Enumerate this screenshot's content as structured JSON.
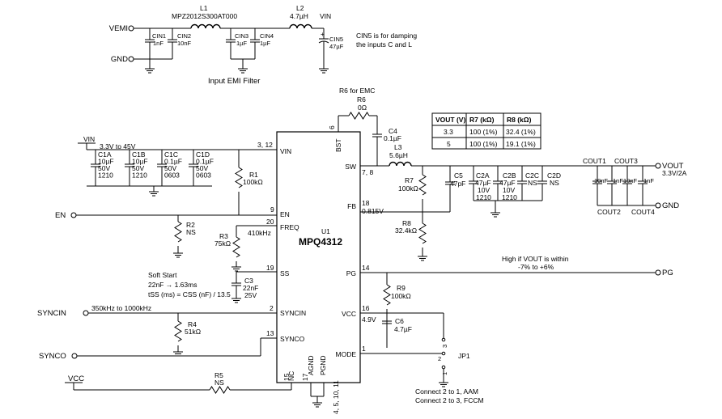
{
  "title": "Input EMI Filter",
  "emi": {
    "vemi": "VEMI",
    "gnd": "GND",
    "l1": "L1",
    "l1_part": "MPZ2012S300AT000",
    "l2": "L2",
    "l2_val": "4.7µH",
    "vin": "VIN",
    "cin1": "CIN1",
    "cin1_v": "1nF",
    "cin2": "CIN2",
    "cin2_v": "10nF",
    "cin3": "CIN3",
    "cin3_v": "1µF",
    "cin4": "CIN4",
    "cin4_v": "1µF",
    "cin5": "CIN5",
    "cin5_v": "47µF",
    "note1": "CIN5 is for damping",
    "note2": "the inputs C and L"
  },
  "ic": {
    "ref": "U1",
    "part": "MPQ4312",
    "pins": {
      "vin": "VIN",
      "en": "EN",
      "freq": "FREQ",
      "ss": "SS",
      "syncin": "SYNCIN",
      "synco": "SYNCO",
      "bst": "BST",
      "sw": "SW",
      "fb": "FB",
      "pg": "PG",
      "vcc": "VCC",
      "mode": "MODE",
      "nc": "NC",
      "agnd": "AGND",
      "pgnd": "PGND"
    },
    "pin_numbers": {
      "bst": "6",
      "vin": "3, 12",
      "sw": "7, 8",
      "en": "9",
      "fb": "18",
      "freq": "20",
      "pg": "14",
      "ss": "19",
      "syncin": "2",
      "vcc": "16",
      "synco": "13",
      "mode": "1",
      "nc": "15",
      "agnd": "17",
      "pgnd": "4, 5, 10, 11"
    }
  },
  "input": {
    "vin": "VIN",
    "range": "3.3V to 45V",
    "caps": [
      {
        "ref": "C1A",
        "l1": "10µF",
        "l2": "50V",
        "l3": "1210"
      },
      {
        "ref": "C1B",
        "l1": "10µF",
        "l2": "50V",
        "l3": "1210"
      },
      {
        "ref": "C1C",
        "l1": "0.1µF",
        "l2": "50V",
        "l3": "0603"
      },
      {
        "ref": "C1D",
        "l1": "0.1µF",
        "l2": "50V",
        "l3": "0603"
      }
    ],
    "r1": "R1",
    "r1_v": "100kΩ"
  },
  "left": {
    "en": "EN",
    "r2": "R2",
    "r2_v": "NS",
    "freq_val": "410kHz",
    "r3": "R3",
    "r3_v": "75kΩ",
    "ss_title": "Soft Start",
    "ss_line1": "22nF → 1.63ms",
    "ss_line2": "tSS (ms) = CSS (nF) / 13.5",
    "c3": "C3",
    "c3_v1": "22nF",
    "c3_v2": "25V",
    "syncin": "SYNCIN",
    "sync_range": "350kHz to 1000kHz",
    "r4": "R4",
    "r4_v": "51kΩ",
    "synco": "SYNCO",
    "vcc": "VCC",
    "r5": "R5",
    "r5_v": "NS"
  },
  "right": {
    "r6_note": "R6 for EMC",
    "r6": "R6",
    "r6_v": "0Ω",
    "c4": "C4",
    "c4_v": "0.1µF",
    "l3": "L3",
    "l3_v": "5.6µH",
    "r7": "R7",
    "r7_v": "100kΩ",
    "fb_v": "0.815V",
    "r8": "R8",
    "r8_v": "32.4kΩ",
    "c5": "C5",
    "c5_v": "47pF",
    "out_caps": [
      {
        "ref": "C2A",
        "l1": "47µF",
        "l2": "10V",
        "l3": "1210"
      },
      {
        "ref": "C2B",
        "l1": "47µF",
        "l2": "10V",
        "l3": "1210"
      },
      {
        "ref": "C2C",
        "l1": "NS",
        "l2": "",
        "l3": ""
      },
      {
        "ref": "C2D",
        "l1": "NS",
        "l2": "",
        "l3": ""
      }
    ],
    "cout1": "COUT1",
    "cout3": "COUT3",
    "cout2": "COUT2",
    "cout4": "COUT4",
    "cout_vals": [
      "10nF",
      "1nF",
      "10nF",
      "1nF"
    ],
    "vout": "VOUT",
    "vout_v": "3.3V/2A",
    "gnd": "GND",
    "pg_note1": "High if VOUT is within",
    "pg_note2": "-7% to +6%",
    "pg": "PG",
    "r9": "R9",
    "r9_v": "100kΩ",
    "vcc_v": "4.9V",
    "c6": "C6",
    "c6_v": "4.7µF",
    "jp1": "JP1",
    "mode_note1": "Connect 2 to 1, AAM",
    "mode_note2": "Connect 2 to 3, FCCM",
    "jp_pins": [
      "3",
      "2",
      "1"
    ]
  },
  "table": {
    "headers": [
      "VOUT (V)",
      "R7 (kΩ)",
      "R8 (kΩ)"
    ],
    "rows": [
      [
        "3.3",
        "100 (1%)",
        "32.4 (1%)"
      ],
      [
        "5",
        "100 (1%)",
        "19.1 (1%)"
      ]
    ]
  }
}
